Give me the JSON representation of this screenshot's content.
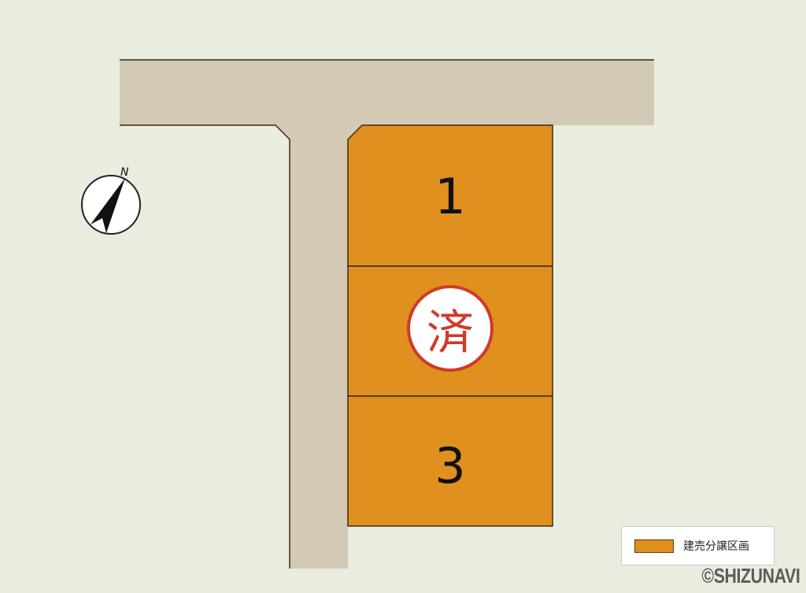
{
  "map": {
    "colors": {
      "background": "#e9ede0",
      "road": "#d3c9b4",
      "lot": "#e0901f",
      "lot_border": "#3b2a12",
      "sold_stamp": "#d03a2a"
    },
    "compass": {
      "label": "N",
      "icon": "north-arrow-icon"
    },
    "lots": [
      {
        "number": "1",
        "status": "available"
      },
      {
        "number": "済",
        "status": "sold"
      },
      {
        "number": "3",
        "status": "available"
      }
    ],
    "sold_stamp_text": "済"
  },
  "legend": {
    "label": "建売分譲区画",
    "swatch_color": "#e0901f"
  },
  "copyright": "©SHIZUNAVI"
}
